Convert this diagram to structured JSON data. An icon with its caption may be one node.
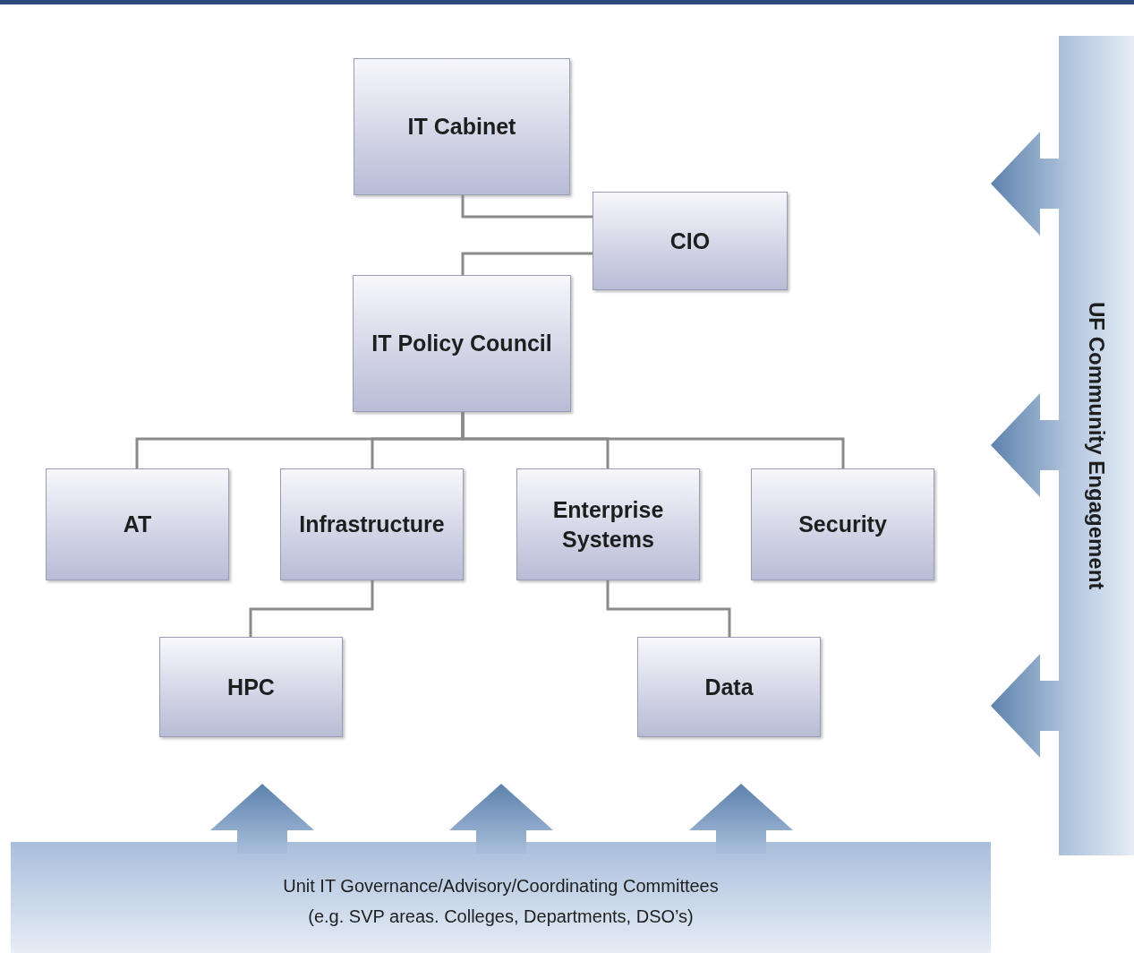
{
  "diagram": {
    "nodes": [
      {
        "text": [
          "IT Cabinet"
        ]
      },
      {
        "text": [
          "CIO"
        ]
      },
      {
        "text": [
          "IT Policy Council"
        ]
      },
      {
        "text": [
          "AT"
        ]
      },
      {
        "text": [
          "Infrastructure"
        ]
      },
      {
        "text": [
          "Enterprise Systems"
        ]
      },
      {
        "text": [
          "Security"
        ]
      },
      {
        "text": [
          "HPC"
        ]
      },
      {
        "text": [
          "Data"
        ]
      },
      {
        "text": [
          "Unit IT Governance/Advisory/Coordinating Committees",
          "(e.g. SVP areas. Colleges, Departments, DSO’s)"
        ]
      },
      {
        "text": [
          "UF Community Engagement"
        ]
      }
    ],
    "edges": [
      {
        "from": 0,
        "to": 1,
        "arrow": "none"
      },
      {
        "from": 1,
        "to": 2,
        "arrow": "none"
      },
      {
        "from": 2,
        "to": 3,
        "arrow": "none"
      },
      {
        "from": 2,
        "to": 4,
        "arrow": "none"
      },
      {
        "from": 2,
        "to": 5,
        "arrow": "none"
      },
      {
        "from": 2,
        "to": 6,
        "arrow": "none"
      },
      {
        "from": 4,
        "to": 7,
        "arrow": "none"
      },
      {
        "from": 5,
        "to": 8,
        "arrow": "none"
      },
      {
        "from": 9,
        "to": null,
        "arrow": "to",
        "style": "thick"
      },
      {
        "from": 9,
        "to": null,
        "arrow": "to",
        "style": "thick"
      },
      {
        "from": 9,
        "to": null,
        "arrow": "to",
        "style": "thick"
      },
      {
        "from": 10,
        "to": null,
        "arrow": "to",
        "style": "thick"
      },
      {
        "from": 10,
        "to": null,
        "arrow": "to",
        "style": "thick"
      },
      {
        "from": 10,
        "to": null,
        "arrow": "to",
        "style": "thick"
      }
    ]
  }
}
